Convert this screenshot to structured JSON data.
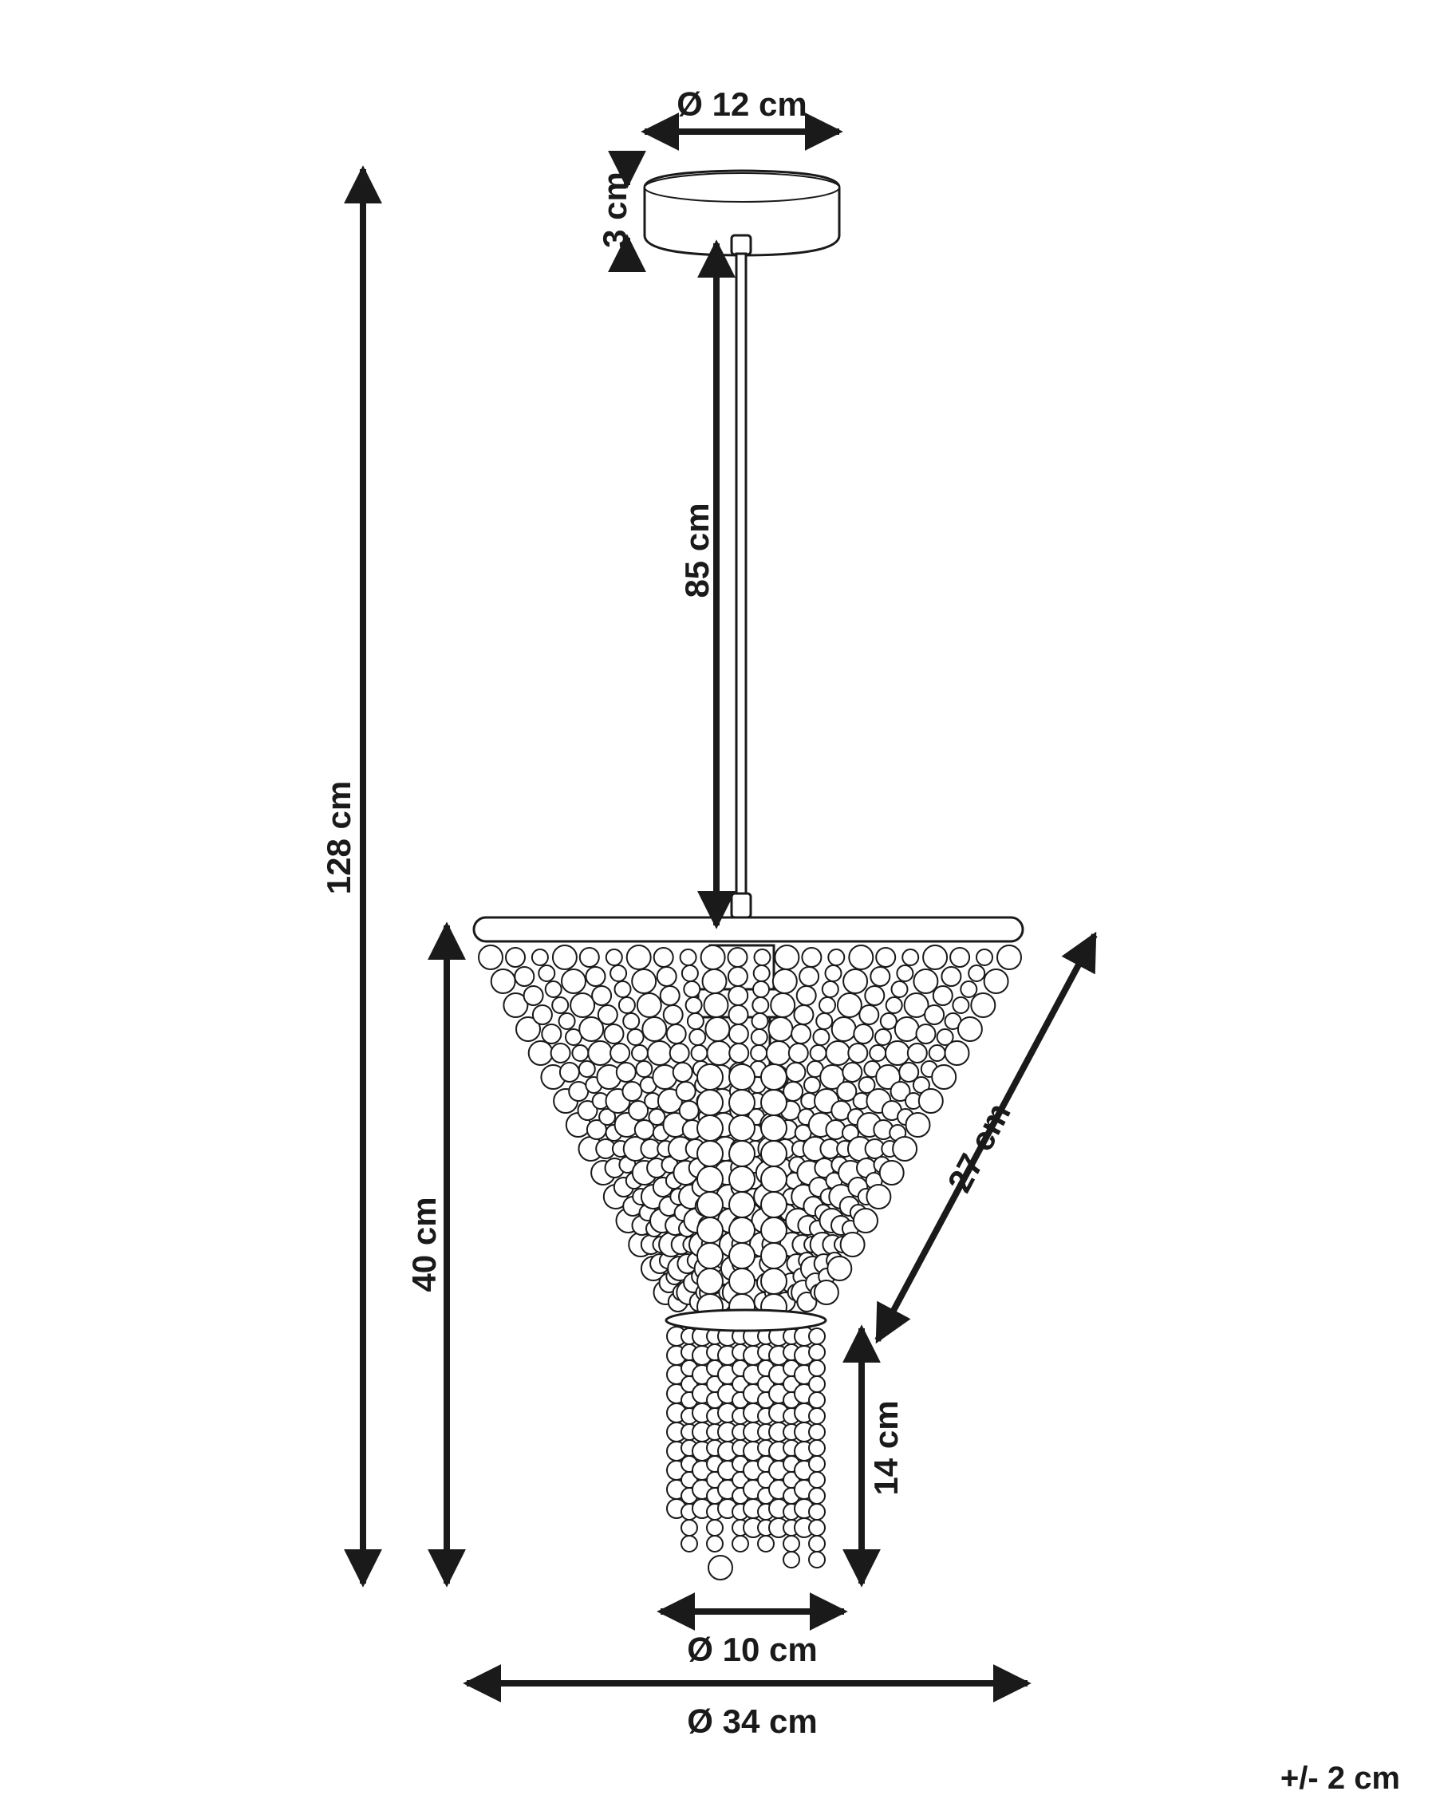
{
  "dimensions": {
    "canopy_diameter": "Ø 12 cm",
    "canopy_height": "3 cm",
    "rod_length": "85 cm",
    "total_height": "128 cm",
    "shade_height": "40 cm",
    "shade_slant": "27 cm",
    "tail_height": "14 cm",
    "bottom_diameter": "Ø 10 cm",
    "shade_diameter": "Ø 34 cm"
  },
  "tolerance": "+/- 2 cm",
  "colors": {
    "ink": "#1a1a1a",
    "background": "#ffffff"
  }
}
